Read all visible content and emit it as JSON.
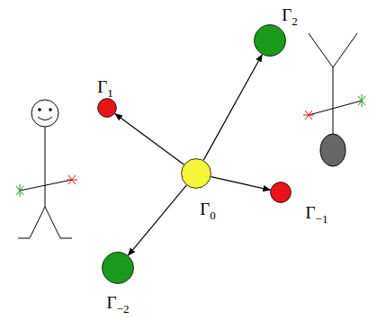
{
  "diagram": {
    "nodes": [
      {
        "text": [
          "Γ2"
        ]
      },
      {
        "text": [
          "Γ1"
        ]
      },
      {
        "text": [
          "Γ0"
        ]
      },
      {
        "text": [
          "Γ−1"
        ]
      },
      {
        "text": [
          "Γ−2"
        ]
      }
    ],
    "edges": [
      {
        "from": 2,
        "to": 0,
        "arrow": "to"
      },
      {
        "from": 2,
        "to": 1,
        "arrow": "to"
      },
      {
        "from": 2,
        "to": 3,
        "arrow": "to"
      },
      {
        "from": 2,
        "to": 4,
        "arrow": "to"
      }
    ]
  }
}
